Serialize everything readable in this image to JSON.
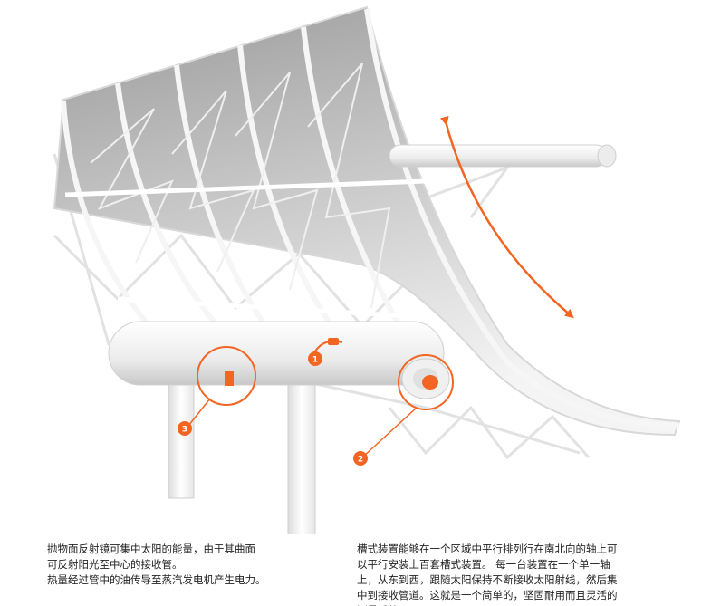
{
  "colors": {
    "accent": "#f26522",
    "structure": "#eeeeee",
    "mirror_dark": "#8c8c8c",
    "mirror_light": "#f2f2f2"
  },
  "callouts": [
    {
      "number": "1"
    },
    {
      "number": "2"
    },
    {
      "number": "3"
    }
  ],
  "arrow": {
    "icon": "curved-double-arrow-icon",
    "meaning": "tracking rotation"
  },
  "captions": {
    "left": "抛物面反射镜可集中太阳的能量，由于其曲面\n可反射阳光至中心的接收管。\n热量经过管中的油传导至蒸汽发电机产生电力。",
    "right": "槽式装置能够在一个区域中平行排列行在南北向的轴上可\n以平行安装上百套槽式装置。 每一台装置在一个单一轴\n上，从东到西，跟随太阳保持不断接收太阳射线，然后集\n中到接收管道。这就是一个简单的，坚固耐用而且灵活的\n测量系统。"
  }
}
